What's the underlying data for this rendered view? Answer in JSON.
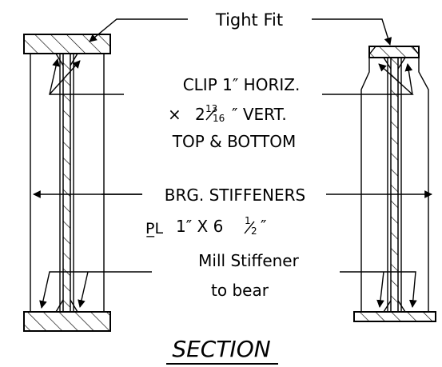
{
  "notes": {
    "tight_fit": "Tight Fit",
    "clip_line1": "CLIP 1″ HORIZ.",
    "clip_line2_prefix": "×",
    "clip_line2_whole": "2",
    "clip_line2_num": "13",
    "clip_line2_den": "16",
    "clip_line2_suffix": "″ VERT.",
    "clip_line3": "TOP & BOTTOM",
    "brg_stiffeners": "BRG. STIFFENERS",
    "plate_symbol": "P̲L",
    "plate_dims": "1″ X 6",
    "plate_frac_num": "1",
    "plate_frac_den": "2",
    "plate_close": "″",
    "mill_line1": "Mill Stiffener",
    "mill_line2": "to bear",
    "section_title": "SECTION"
  }
}
